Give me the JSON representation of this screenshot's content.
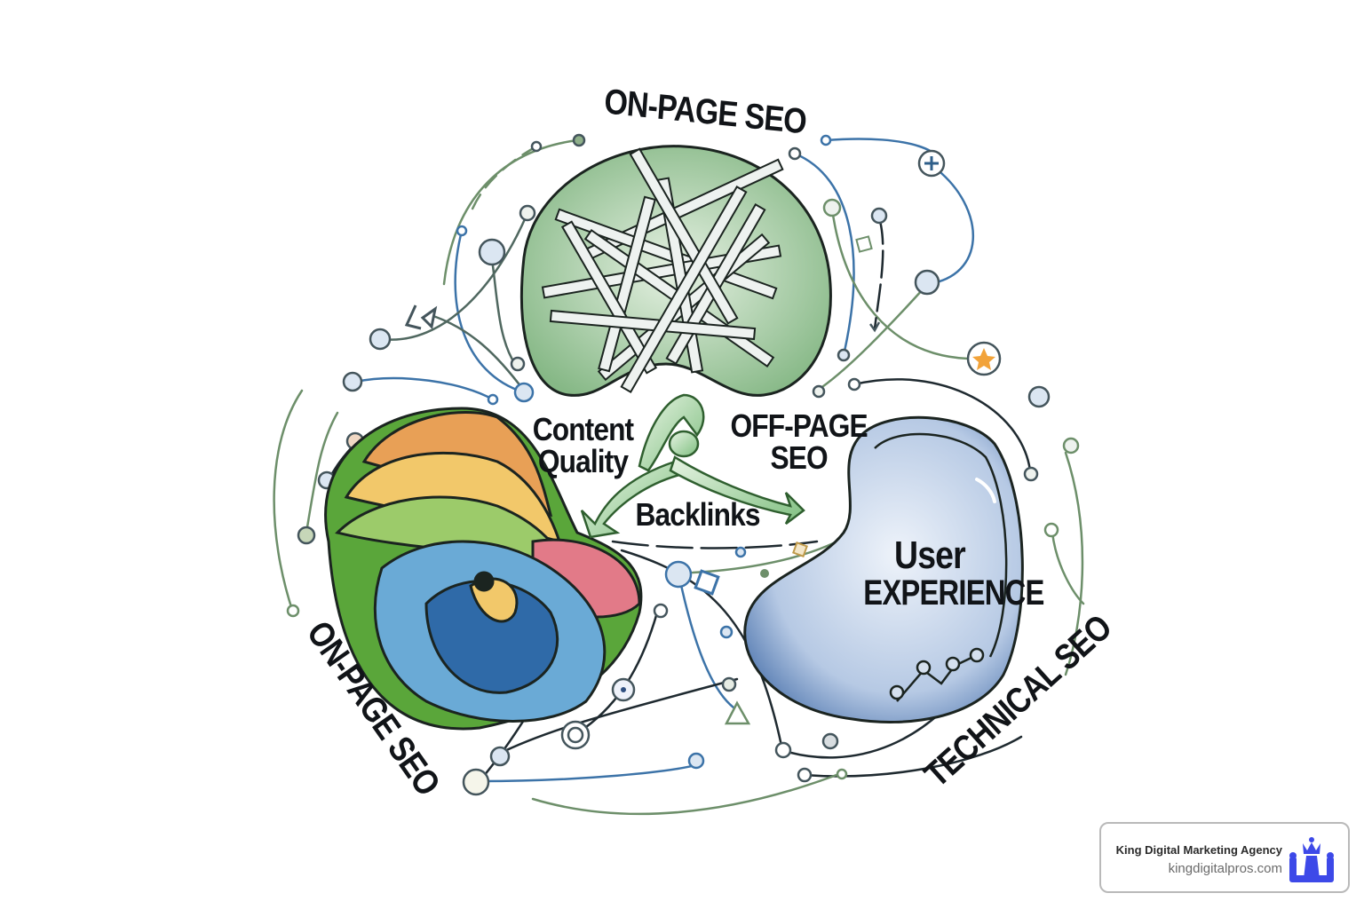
{
  "diagram": {
    "labels": {
      "top": "ON-PAGE SEO",
      "bottom_left": "ON-PAGE SEO",
      "bottom_right": "TECHNICAL SEO",
      "content_quality_line1": "Content",
      "content_quality_line2": "Quality",
      "off_page_line1": "OFF-PAGE",
      "off_page_line2": "SEO",
      "backlinks": "Backlinks",
      "user_experience_line1": "User",
      "user_experience_line2": "EXPERIENCE"
    },
    "shapes": [
      {
        "id": "top-blob",
        "description": "green rounded blob with tangled white strands",
        "fill": "#a9cfa8"
      },
      {
        "id": "left-swirl",
        "description": "rainbow swirl shape",
        "colors": [
          "#e8a056",
          "#f2c86a",
          "#8fbf5a",
          "#5aa63a",
          "#e27a88",
          "#6aaad6",
          "#2f6aa8"
        ]
      },
      {
        "id": "right-blob",
        "description": "blue glossy blob with circuit nodes",
        "fill": "#c3d3ea",
        "stroke": "#3f66a0"
      },
      {
        "id": "center-arrows",
        "description": "three green curved arrows forming a triangle cycle",
        "fill": "#9fd09a"
      }
    ],
    "colors": {
      "ink": "#111418",
      "line_blue": "#3c73a8",
      "line_green": "#6d8f6a",
      "line_dark": "#1f2a30",
      "node_fill": "#dbe6f2",
      "star": "#f2a33a"
    },
    "decorative_icons": [
      "plus-icon",
      "star-icon",
      "diamond-icon",
      "triangle-icon",
      "clock-icon",
      "arrow-icon",
      "target-icon"
    ]
  },
  "watermark": {
    "company": "King Digital Marketing Agency",
    "url": "kingdigitalpros.com",
    "logo_color": "#3d49e8"
  }
}
